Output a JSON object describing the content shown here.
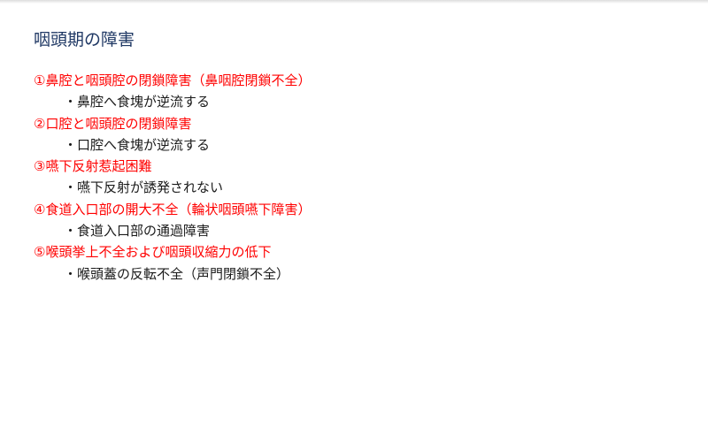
{
  "slide": {
    "title": "咽頭期の障害",
    "items": [
      {
        "heading": "①鼻腔と咽頭腔の閉鎖障害（鼻咽腔閉鎖不全）",
        "bullet": "・鼻腔へ食塊が逆流する"
      },
      {
        "heading": "②口腔と咽頭腔の閉鎖障害",
        "bullet": "・口腔へ食塊が逆流する"
      },
      {
        "heading": "③嚥下反射惹起困難",
        "bullet": "・嚥下反射が誘発されない"
      },
      {
        "heading": "④食道入口部の開大不全（輪状咽頭嚥下障害）",
        "bullet": "・食道入口部の通過障害"
      },
      {
        "heading": "⑤喉頭挙上不全および咽頭収縮力の低下",
        "bullet": "・喉頭蓋の反転不全（声門閉鎖不全）"
      }
    ]
  },
  "colors": {
    "title": "#1f3864",
    "heading": "#ff0000",
    "body": "#1a1a1a",
    "background": "#ffffff"
  }
}
